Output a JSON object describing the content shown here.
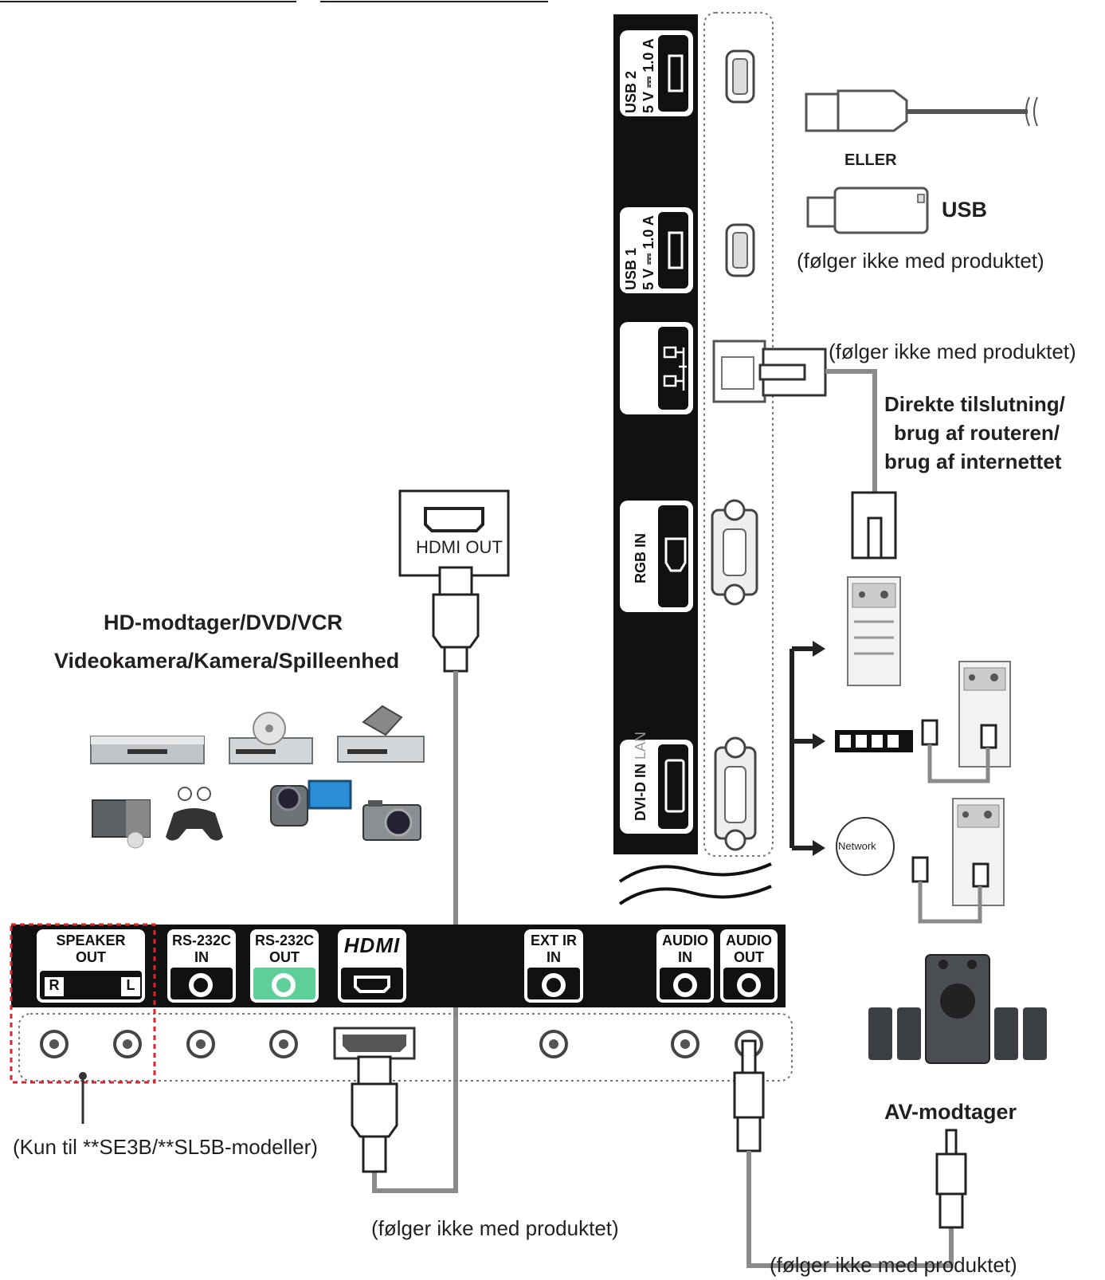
{
  "side_panel": {
    "usb2_label": "USB 2",
    "usb2_power": "5 V ⎓ 1.0 A",
    "usb1_label": "USB 1",
    "usb1_power": "5 V ⎓ 1.0 A",
    "rgb_in_label": "RGB IN",
    "dvi_label": "DVI-D IN",
    "dvi_faint": "LAN"
  },
  "bottom_panel": {
    "speaker_out": [
      "SPEAKER",
      "OUT"
    ],
    "speaker_r": "R",
    "speaker_l": "L",
    "rs232c_in": [
      "RS-232C",
      "IN"
    ],
    "rs232c_out": [
      "RS-232C",
      "OUT"
    ],
    "hdmi_logo": "HDMI",
    "ext_ir_in": [
      "EXT IR",
      "IN"
    ],
    "audio_in": [
      "AUDIO",
      "IN"
    ],
    "audio_out": [
      "AUDIO",
      "OUT"
    ]
  },
  "labels": {
    "eller": "ELLER",
    "usb": "USB",
    "usb_not_included": "(følger ikke med produktet)",
    "lan_not_included": "(følger ikke med produktet)",
    "direct_connection": [
      "Direkte tilslutning/",
      "brug af routeren/",
      "brug af internettet"
    ],
    "hdmi_out": "HDMI OUT",
    "hd_receiver": "HD-modtager/DVD/VCR",
    "video_camera": "Videokamera/Kamera/Spilleenhed",
    "network": "Network",
    "av_receiver": "AV-modtager",
    "models_only": "(Kun til **SE3B/**SL5B-modeller)",
    "hdmi_not_included": "(følger ikke med produktet)",
    "audio_not_included": "(følger ikke med produktet)"
  },
  "colors": {
    "panel": "#111111",
    "rs232c_out_accent": "#5fcf9a",
    "dashed_highlight": "#d9262c",
    "cable_gray": "#8a8a8a"
  }
}
